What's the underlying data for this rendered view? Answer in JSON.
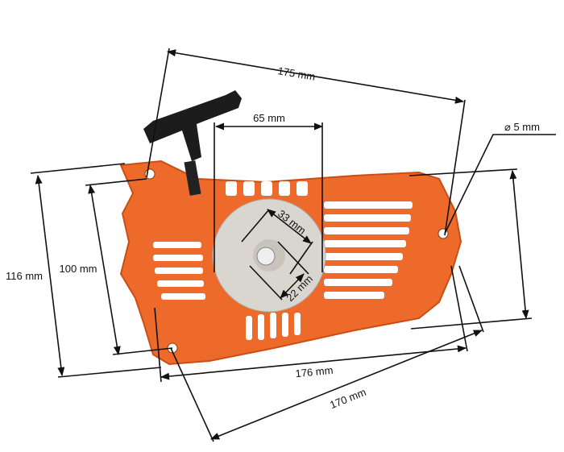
{
  "colors": {
    "housing": "#ee6a2a",
    "housing_dark": "#c94e16",
    "handle": "#1c1c1c",
    "pulley": "#d9d6d0",
    "dimension_line": "#111111"
  },
  "dimensions": {
    "overall_top": "175 mm",
    "pulley_width": "65 mm",
    "hole_diameter": "⌀ 5 mm",
    "height_outer": "116 mm",
    "height_inner": "100 mm",
    "hub_outer": "33 mm",
    "hub_inner": "22 mm",
    "overall_bottom": "176 mm",
    "diagonal": "170 mm"
  }
}
